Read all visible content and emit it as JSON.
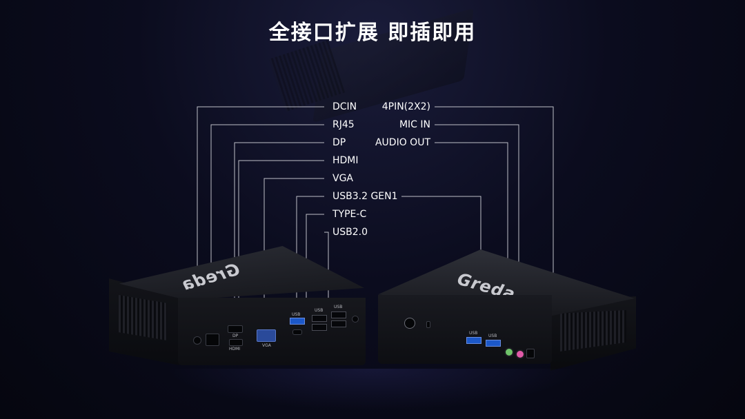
{
  "headline": "全接口扩展 即插即用",
  "callouts_left": [
    "DCIN",
    "RJ45",
    "DP",
    "HDMI",
    "VGA",
    "USB3.2 GEN1",
    "TYPE-C",
    "USB2.0"
  ],
  "callouts_right": [
    "4PIN(2X2)",
    "MIC IN",
    "AUDIO OUT"
  ],
  "brand_logo": "Greda",
  "port_labels": {
    "dp": "DP",
    "hdmi": "HDMI",
    "vga": "VGA",
    "usb_blue": "USB",
    "usb2_a": "USB",
    "usb2_b": "USB",
    "front_usb_a": "USB",
    "front_usb_b": "USB"
  },
  "colors": {
    "background": "#0b0c1e",
    "line": "#bfc0c8",
    "usb3_blue": "#1c58c8",
    "mic_pink": "#e05aa8",
    "audio_green": "#6fc46a"
  }
}
